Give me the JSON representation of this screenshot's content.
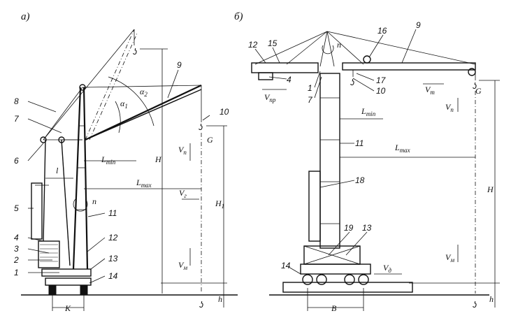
{
  "figure": {
    "panel_a": "а)",
    "panel_b": "б)",
    "crane_a": {
      "callouts": [
        "1",
        "2",
        "3",
        "4",
        "5",
        "6",
        "7",
        "8",
        "9",
        "10",
        "11",
        "12",
        "13",
        "14"
      ],
      "symbols": {
        "alpha1": "α",
        "alpha1_sub": "1",
        "alpha2": "α",
        "alpha2_sub": "2",
        "lmin": "L",
        "lmin_sub": "min",
        "lmax": "L",
        "lmax_sub": "max",
        "h_cap": "H",
        "h1": "H",
        "h1_sub": "1",
        "h_low": "h",
        "l_small": "l",
        "n": "n",
        "g": "G",
        "vp": "V",
        "vp_sub": "п",
        "vg": "V",
        "vg_sub": "г",
        "vm": "V",
        "vm_sub": "м",
        "k": "K"
      }
    },
    "crane_b": {
      "callouts": [
        "1",
        "4",
        "7",
        "9",
        "10",
        "11",
        "12",
        "13",
        "14",
        "15",
        "16",
        "17",
        "18",
        "19"
      ],
      "symbols": {
        "n": "n",
        "vpr": "V",
        "vpr_sub": "пр",
        "vt": "V",
        "vt_sub": "т",
        "g": "G",
        "vp": "V",
        "vp_sub": "п",
        "lmin": "L",
        "lmin_sub": "min",
        "lmax": "L",
        "lmax_sub": "max",
        "h_cap": "H",
        "vm": "V",
        "vm_sub": "м",
        "vd": "V",
        "vd_sub": "д",
        "h_low": "h",
        "b": "B"
      }
    }
  }
}
